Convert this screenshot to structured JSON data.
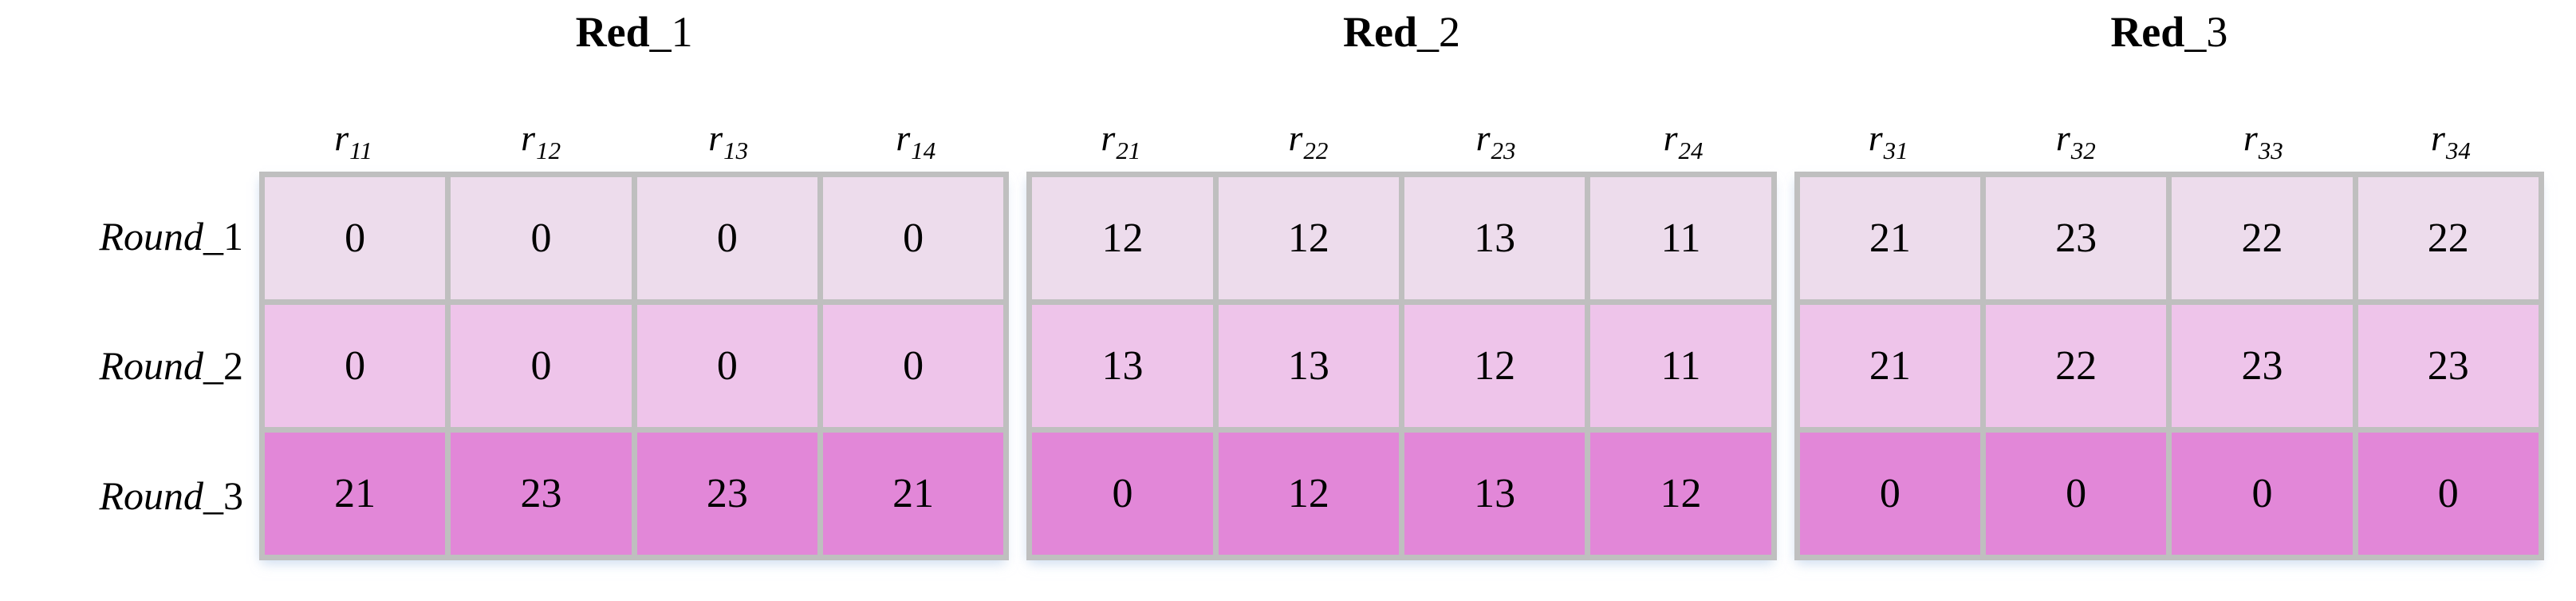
{
  "groups": [
    {
      "title_word": "Red",
      "title_index": "_1",
      "columns": [
        {
          "base": "r",
          "sub": "11"
        },
        {
          "base": "r",
          "sub": "12"
        },
        {
          "base": "r",
          "sub": "13"
        },
        {
          "base": "r",
          "sub": "14"
        }
      ]
    },
    {
      "title_word": "Red",
      "title_index": "_2",
      "columns": [
        {
          "base": "r",
          "sub": "21"
        },
        {
          "base": "r",
          "sub": "22"
        },
        {
          "base": "r",
          "sub": "23"
        },
        {
          "base": "r",
          "sub": "24"
        }
      ]
    },
    {
      "title_word": "Red",
      "title_index": "_3",
      "columns": [
        {
          "base": "r",
          "sub": "31"
        },
        {
          "base": "r",
          "sub": "32"
        },
        {
          "base": "r",
          "sub": "33"
        },
        {
          "base": "r",
          "sub": "34"
        }
      ]
    }
  ],
  "rows": [
    {
      "word": "Round",
      "index": "_1"
    },
    {
      "word": "Round",
      "index": "_2"
    },
    {
      "word": "Round",
      "index": "_3"
    }
  ],
  "colors": {
    "row_1": "#eddcec",
    "row_2": "#eec4ea",
    "row_3": "#e287d8",
    "grid_line": "#bfbfbf",
    "text": "#000000",
    "background": "#ffffff"
  },
  "chart_data": {
    "type": "table",
    "title": "",
    "xlabel": "",
    "ylabel": "",
    "column_group_labels": [
      "Red_1",
      "Red_2",
      "Red_3"
    ],
    "categories": [
      "r11",
      "r12",
      "r13",
      "r14",
      "r21",
      "r22",
      "r23",
      "r24",
      "r31",
      "r32",
      "r33",
      "r34"
    ],
    "row_labels": [
      "Round_1",
      "Round_2",
      "Round_3"
    ],
    "series": [
      {
        "name": "Round_1",
        "values": [
          0,
          0,
          0,
          0,
          12,
          12,
          13,
          11,
          21,
          23,
          22,
          22
        ]
      },
      {
        "name": "Round_2",
        "values": [
          0,
          0,
          0,
          0,
          13,
          13,
          12,
          11,
          21,
          22,
          23,
          23
        ]
      },
      {
        "name": "Round_3",
        "values": [
          21,
          23,
          23,
          21,
          0,
          12,
          13,
          12,
          0,
          0,
          0,
          0
        ]
      }
    ],
    "cells_by_group": [
      {
        "group": "Red_1",
        "rows": [
          {
            "label": "Round_1",
            "values": [
              0,
              0,
              0,
              0
            ]
          },
          {
            "label": "Round_2",
            "values": [
              0,
              0,
              0,
              0
            ]
          },
          {
            "label": "Round_3",
            "values": [
              21,
              23,
              23,
              21
            ]
          }
        ]
      },
      {
        "group": "Red_2",
        "rows": [
          {
            "label": "Round_1",
            "values": [
              12,
              12,
              13,
              11
            ]
          },
          {
            "label": "Round_2",
            "values": [
              13,
              13,
              12,
              11
            ]
          },
          {
            "label": "Round_3",
            "values": [
              0,
              12,
              13,
              12
            ]
          }
        ]
      },
      {
        "group": "Red_3",
        "rows": [
          {
            "label": "Round_1",
            "values": [
              21,
              23,
              22,
              22
            ]
          },
          {
            "label": "Round_2",
            "values": [
              21,
              22,
              23,
              23
            ]
          },
          {
            "label": "Round_3",
            "values": [
              0,
              0,
              0,
              0
            ]
          }
        ]
      }
    ]
  }
}
